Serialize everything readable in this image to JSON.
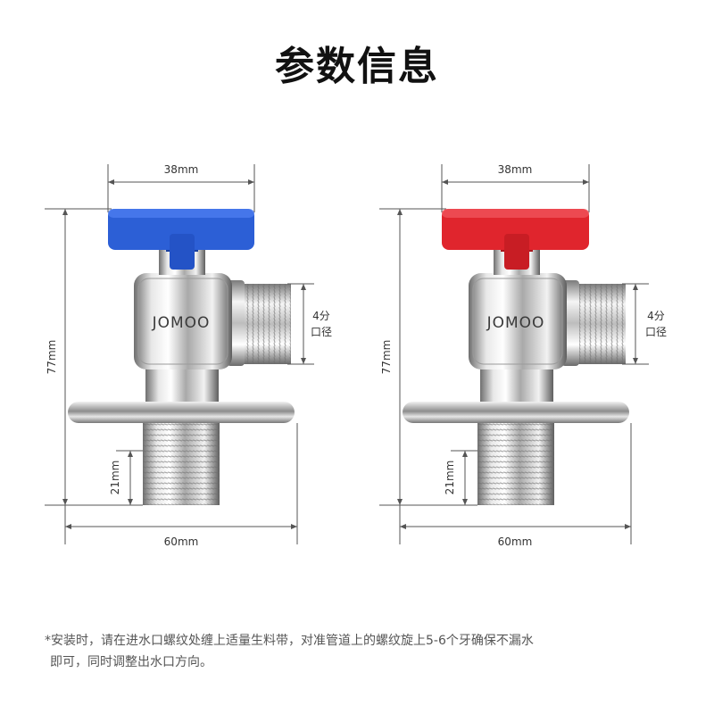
{
  "title": "参数信息",
  "brand": "JOMOO",
  "valves": [
    {
      "handle_color": "blue",
      "color": "#2c5fd6",
      "dims": {
        "top": "38mm",
        "height": "77mm",
        "thread_bottom": "21mm",
        "base": "60mm",
        "outlet_1": "4分",
        "outlet_2": "口径"
      }
    },
    {
      "handle_color": "red",
      "color": "#e0252d",
      "dims": {
        "top": "38mm",
        "height": "77mm",
        "thread_bottom": "21mm",
        "base": "60mm",
        "outlet_1": "4分",
        "outlet_2": "口径"
      }
    }
  ],
  "note": {
    "line1": "*安装时，请在进水口螺纹处缠上适量生料带，对准管道上的螺纹旋上5-6个牙确保不漏水",
    "line2": "即可，同时调整出水口方向。"
  }
}
